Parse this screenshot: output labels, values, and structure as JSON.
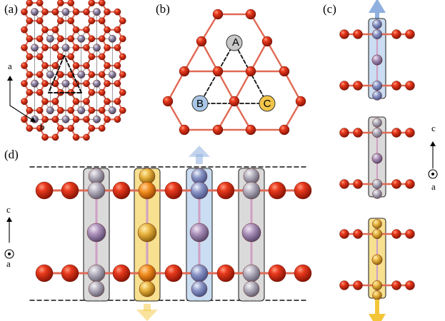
{
  "panels": {
    "a": {
      "label": "(a)",
      "axis_labels": [
        "a",
        "b"
      ]
    },
    "b": {
      "label": "(b)",
      "sites": [
        "A",
        "B",
        "C"
      ]
    },
    "c": {
      "label": "(c)",
      "axis_labels": [
        "c",
        "a"
      ]
    },
    "d": {
      "label": "(d)",
      "axis_labels": [
        "c",
        "a"
      ]
    }
  },
  "colors": {
    "oxygen": "#d42a12",
    "bond": "#e06a55",
    "cation": "#8f82a8",
    "site_A": "#c8c8c8",
    "site_B": "#a9c6e6",
    "site_C": "#f2c54a",
    "box_gray": "#d9d9d9",
    "box_blue": "#c8dcf2",
    "box_yellow": "#f7df8a",
    "arrow_blue": "#8fb0df",
    "arrow_yellow": "#f3c63a"
  }
}
